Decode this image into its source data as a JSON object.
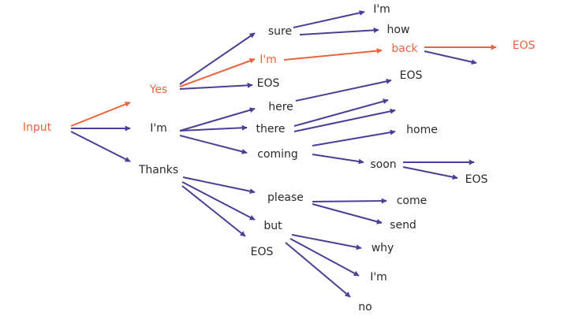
{
  "colors": {
    "normal": "#4a3f96",
    "highlight": "#e8643c",
    "text": "#2a2a2a"
  },
  "nodes": {
    "input": {
      "label": "Input",
      "highlight": true
    },
    "yes": {
      "label": "Yes",
      "highlight": true
    },
    "im1": {
      "label": "I'm",
      "highlight": false
    },
    "thanks": {
      "label": "Thanks",
      "highlight": false
    },
    "sure": {
      "label": "sure",
      "highlight": false
    },
    "im2": {
      "label": "I'm",
      "highlight": true
    },
    "eos1": {
      "label": "EOS",
      "highlight": false
    },
    "im3": {
      "label": "I'm",
      "highlight": false
    },
    "how": {
      "label": "how",
      "highlight": false
    },
    "back": {
      "label": "back",
      "highlight": true
    },
    "eos2": {
      "label": "EOS",
      "highlight": true
    },
    "here": {
      "label": "here",
      "highlight": false
    },
    "there": {
      "label": "there",
      "highlight": false
    },
    "coming": {
      "label": "coming",
      "highlight": false
    },
    "eos3": {
      "label": "EOS",
      "highlight": false
    },
    "home": {
      "label": "home",
      "highlight": false
    },
    "soon": {
      "label": "soon",
      "highlight": false
    },
    "eos4": {
      "label": "EOS",
      "highlight": false
    },
    "please": {
      "label": "please",
      "highlight": false
    },
    "but": {
      "label": "but",
      "highlight": false
    },
    "eos5": {
      "label": "EOS",
      "highlight": false
    },
    "come": {
      "label": "come",
      "highlight": false
    },
    "send": {
      "label": "send",
      "highlight": false
    },
    "why": {
      "label": "why",
      "highlight": false
    },
    "im4": {
      "label": "I'm",
      "highlight": false
    },
    "no": {
      "label": "no",
      "highlight": false
    }
  },
  "edges": [
    {
      "from": "input",
      "to": "yes",
      "highlight": true
    },
    {
      "from": "input",
      "to": "im1",
      "highlight": false
    },
    {
      "from": "input",
      "to": "thanks",
      "highlight": false
    },
    {
      "from": "yes",
      "to": "sure",
      "highlight": false
    },
    {
      "from": "yes",
      "to": "im2",
      "highlight": true
    },
    {
      "from": "yes",
      "to": "eos1",
      "highlight": false
    },
    {
      "from": "sure",
      "to": "im3",
      "highlight": false
    },
    {
      "from": "sure",
      "to": "how",
      "highlight": false
    },
    {
      "from": "im2",
      "to": "back",
      "highlight": true
    },
    {
      "from": "back",
      "to": "eos2",
      "highlight": true
    },
    {
      "from": "back",
      "to": "",
      "highlight": false
    },
    {
      "from": "im1",
      "to": "here",
      "highlight": false
    },
    {
      "from": "im1",
      "to": "there",
      "highlight": false
    },
    {
      "from": "im1",
      "to": "coming",
      "highlight": false
    },
    {
      "from": "here",
      "to": "eos3",
      "highlight": false
    },
    {
      "from": "there",
      "to": "",
      "highlight": false
    },
    {
      "from": "there",
      "to": "home",
      "highlight": false
    },
    {
      "from": "coming",
      "to": "home",
      "highlight": false
    },
    {
      "from": "coming",
      "to": "soon",
      "highlight": false
    },
    {
      "from": "soon",
      "to": "",
      "highlight": false
    },
    {
      "from": "soon",
      "to": "eos4",
      "highlight": false
    },
    {
      "from": "thanks",
      "to": "please",
      "highlight": false
    },
    {
      "from": "thanks",
      "to": "but",
      "highlight": false
    },
    {
      "from": "thanks",
      "to": "eos5",
      "highlight": false
    },
    {
      "from": "please",
      "to": "come",
      "highlight": false
    },
    {
      "from": "please",
      "to": "send",
      "highlight": false
    },
    {
      "from": "but",
      "to": "why",
      "highlight": false
    },
    {
      "from": "but",
      "to": "im4",
      "highlight": false
    },
    {
      "from": "but",
      "to": "no",
      "highlight": false
    }
  ]
}
